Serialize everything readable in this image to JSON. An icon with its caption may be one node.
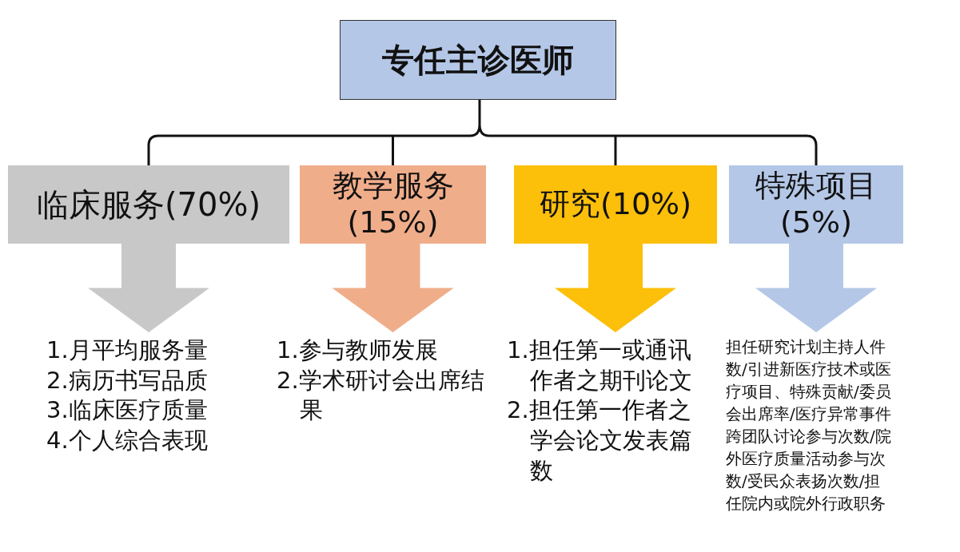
{
  "diagram": {
    "nodes": [
      {
        "text": [
          "专任主诊医师"
        ]
      },
      {
        "text": [
          "临床服务(70%)"
        ]
      },
      {
        "text": [
          "教学服务(15%)"
        ]
      },
      {
        "text": [
          "研究(10%)"
        ]
      },
      {
        "text": [
          "特殊项目(5%)"
        ]
      },
      {
        "text": [
          "1.月平均服务量",
          "2.病历书写品质",
          "3.临床医疗质量",
          "4.个人综合表现"
        ]
      },
      {
        "text": [
          "1.参与教师发展",
          "2.学术研讨会出席结果"
        ]
      },
      {
        "text": [
          "1.担任第一或通讯作者之期刊论文",
          "2.担任第一作者之学会论文发表篇数"
        ]
      },
      {
        "text": [
          "担任研究计划主持人件数/引进新医疗技术或医疗项目、特殊贡献/委员会出席率/医疗异常事件跨团队讨论参与次数/院外医疗质量活动参与次数/受民众表扬次数/担任院内或院外行政职务"
        ]
      }
    ],
    "edges": [
      {
        "from": 0,
        "to": 1,
        "arrow": "none"
      },
      {
        "from": 0,
        "to": 2,
        "arrow": "none"
      },
      {
        "from": 0,
        "to": 3,
        "arrow": "none"
      },
      {
        "from": 0,
        "to": 4,
        "arrow": "none"
      },
      {
        "from": 1,
        "to": 5,
        "arrow": "to",
        "color": "#c8c8c8"
      },
      {
        "from": 2,
        "to": 6,
        "arrow": "to",
        "color": "#f0ad8a"
      },
      {
        "from": 3,
        "to": 7,
        "arrow": "to",
        "color": "#fcbf0a"
      },
      {
        "from": 4,
        "to": 8,
        "arrow": "to",
        "color": "#b4c7e7"
      }
    ]
  }
}
